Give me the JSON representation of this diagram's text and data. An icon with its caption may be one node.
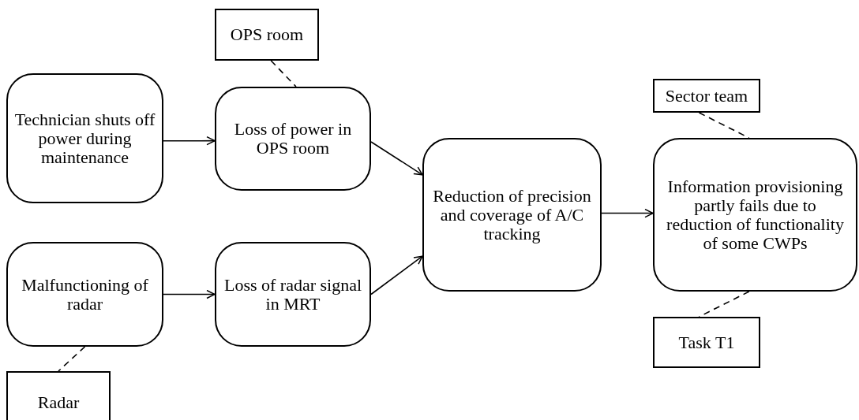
{
  "diagram": {
    "nodes": [
      {
        "text": [
          "OPS room"
        ]
      },
      {
        "text": [
          "Technician shuts off power during maintenance"
        ]
      },
      {
        "text": [
          "Loss of power in OPS room"
        ]
      },
      {
        "text": [
          "Sector team"
        ]
      },
      {
        "text": [
          "Reduction of precision and coverage of A/C tracking"
        ]
      },
      {
        "text": [
          "Information provisioning partly fails due to reduction of functionality of some CWPs"
        ]
      },
      {
        "text": [
          "Malfunctioning of radar"
        ]
      },
      {
        "text": [
          "Loss of radar signal in MRT"
        ]
      },
      {
        "text": [
          "Task T1"
        ]
      },
      {
        "text": [
          "Radar"
        ]
      }
    ],
    "edges": [
      {
        "from": 1,
        "to": 2,
        "arrow": "to"
      },
      {
        "from": 2,
        "to": 4,
        "arrow": "to"
      },
      {
        "from": 6,
        "to": 7,
        "arrow": "to"
      },
      {
        "from": 7,
        "to": 4,
        "arrow": "to"
      },
      {
        "from": 4,
        "to": 5,
        "arrow": "to"
      },
      {
        "from": 0,
        "to": 2,
        "arrow": "none",
        "style": "dashed"
      },
      {
        "from": 3,
        "to": 5,
        "arrow": "none",
        "style": "dashed"
      },
      {
        "from": 5,
        "to": 8,
        "arrow": "none",
        "style": "dashed"
      },
      {
        "from": 6,
        "to": 9,
        "arrow": "none",
        "style": "dashed"
      }
    ]
  }
}
